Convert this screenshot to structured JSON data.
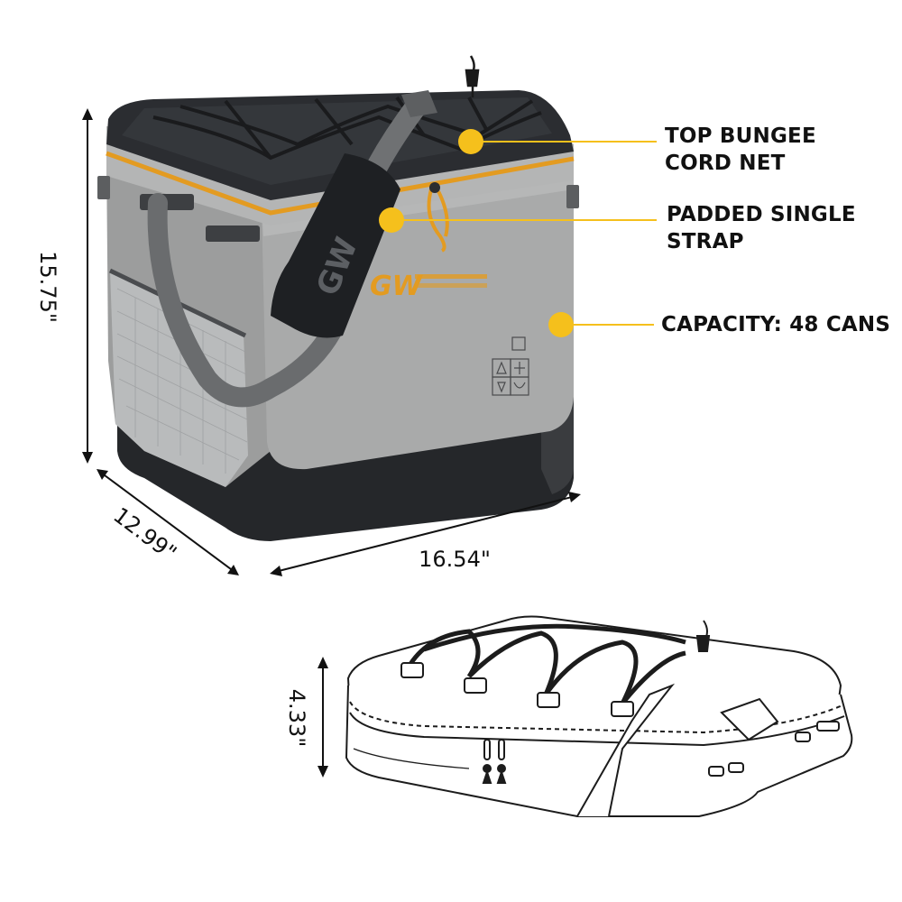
{
  "features": {
    "top_net": [
      "TOP BUNGEE",
      "CORD NET"
    ],
    "strap": [
      "PADDED SINGLE",
      "STRAP"
    ],
    "capacity": "CAPACITY: 48 CANS"
  },
  "dimensions": {
    "height": "15.75\"",
    "depth": "12.99\"",
    "width": "16.54\"",
    "folded_height": "4.33\""
  },
  "colors": {
    "accent": "#f5c01c",
    "zipper": "#e39b21",
    "body_gray": "#a5a6a6",
    "dark": "#27292c",
    "black": "#111111"
  }
}
